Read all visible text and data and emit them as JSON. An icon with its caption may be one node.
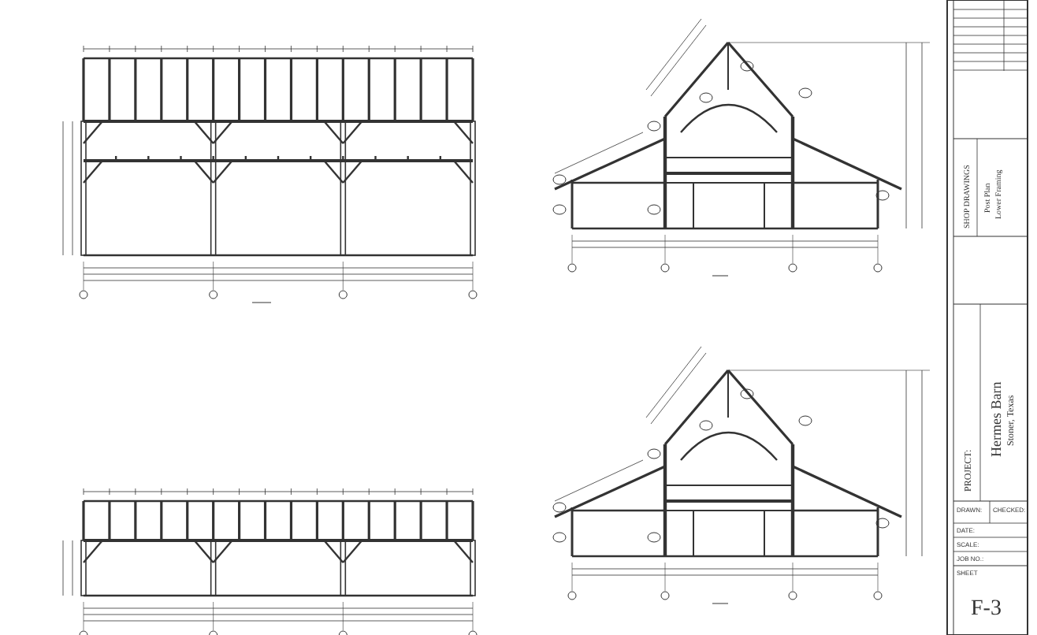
{
  "diagram": {
    "labels": [
      "SHOP DRAWINGS",
      "Post Plan",
      "Lower Framing",
      "PROJECT:",
      "Hermes Barn",
      "Stoner, Texas",
      "DRAWN:",
      "CHECKED:",
      "DATE:",
      "SCALE:",
      "JOB NO.:",
      "SHEET",
      "F-3"
    ]
  }
}
